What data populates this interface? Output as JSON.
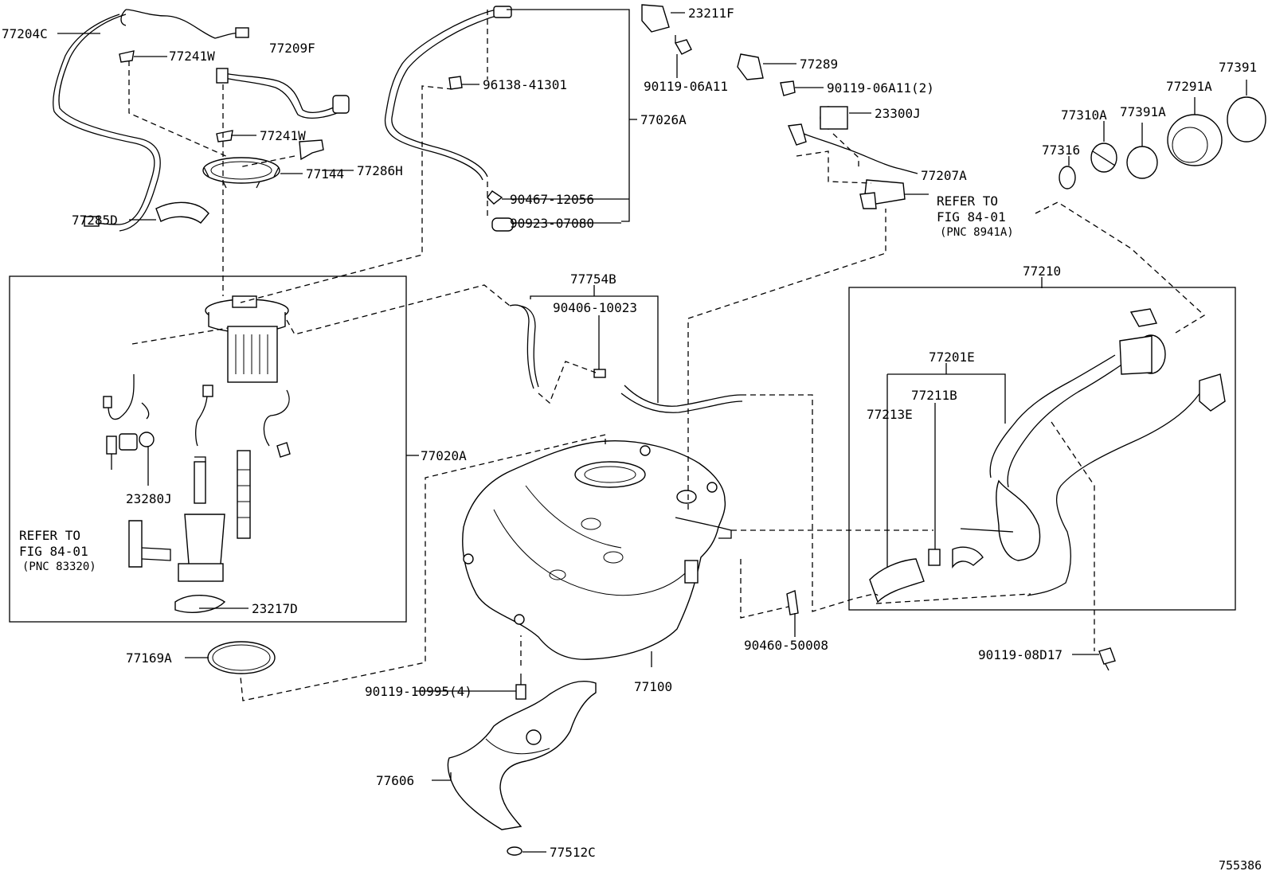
{
  "diagram": {
    "figure_id": "755386",
    "labels": {
      "p77204C": "77204C",
      "p77241W_a": "77241W",
      "p77209F": "77209F",
      "p77241W_b": "77241W",
      "p77286H": "77286H",
      "p77144": "77144",
      "p77285D": "77285D",
      "p96138": "96138-41301",
      "p77026A": "77026A",
      "p90467": "90467-12056",
      "p90923": "90923-07080",
      "p23211F": "23211F",
      "p90119_06A11": "90119-06A11",
      "p77289": "77289",
      "p90119_06A11_2": "90119-06A11(2)",
      "p23300J": "23300J",
      "p77207A": "77207A",
      "p77310A": "77310A",
      "p77316": "77316",
      "p77391A": "77391A",
      "p77291A": "77291A",
      "p77391": "77391",
      "p77754B": "77754B",
      "p90406": "90406-10023",
      "p77210": "77210",
      "p77201E": "77201E",
      "p77211B": "77211B",
      "p77213E": "77213E",
      "p77020A": "77020A",
      "p23280J": "23280J",
      "p23217D": "23217D",
      "p77169A": "77169A",
      "p90119_10995": "90119-10995(4)",
      "p77100": "77100",
      "p77606": "77606",
      "p77512C": "77512C",
      "p90460": "90460-50008",
      "p90119_08D17": "90119-08D17"
    },
    "refer_left": {
      "line1": "REFER TO",
      "line2": "FIG 84-01",
      "line3": "(PNC 83320)"
    },
    "refer_right": {
      "line1": "REFER TO",
      "line2": "FIG 84-01",
      "line3": "(PNC 8941A)"
    }
  }
}
